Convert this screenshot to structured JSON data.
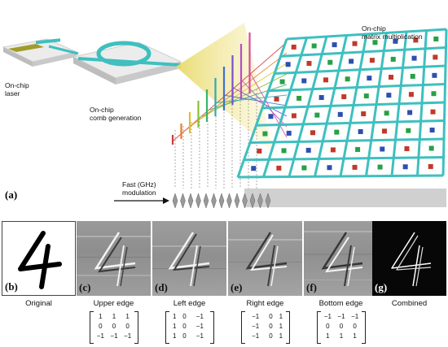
{
  "labels": {
    "laser": [
      "On-chip",
      "laser"
    ],
    "comb": [
      "On-chip",
      "comb generation"
    ],
    "matrix": [
      "On-chip",
      "matrix multiplication"
    ],
    "modulation": [
      "Fast (GHz)",
      "modulation"
    ]
  },
  "panel_a_tag": "(a)",
  "panels": [
    {
      "tag": "(b)",
      "caption": "Original"
    },
    {
      "tag": "(c)",
      "caption": "Upper edge",
      "kernel": [
        [
          "1",
          "1",
          "1"
        ],
        [
          "0",
          "0",
          "0"
        ],
        [
          "−1",
          "−1",
          "−1"
        ]
      ]
    },
    {
      "tag": "(d)",
      "caption": "Left edge",
      "kernel": [
        [
          "1",
          "0",
          "−1"
        ],
        [
          "1",
          "0",
          "−1"
        ],
        [
          "1",
          "0",
          "−1"
        ]
      ]
    },
    {
      "tag": "(e)",
      "caption": "Right edge",
      "kernel": [
        [
          "−1",
          "0",
          "1"
        ],
        [
          "−1",
          "0",
          "1"
        ],
        [
          "−1",
          "0",
          "1"
        ]
      ]
    },
    {
      "tag": "(f)",
      "caption": "Bottom edge",
      "kernel": [
        [
          "−1",
          "−1",
          "−1"
        ],
        [
          "0",
          "0",
          "0"
        ],
        [
          "1",
          "1",
          "1"
        ]
      ]
    },
    {
      "tag": "(g)",
      "caption": "Combined"
    }
  ],
  "colors": {
    "waveguide": "#3fbfbf",
    "chip": "#e9e9e9",
    "laser_die": "#a09c2a",
    "beam": "#f3e98a",
    "comb_lines": [
      "#d33a3a",
      "#e67f2a",
      "#d8c32c",
      "#86c13a",
      "#39b36a",
      "#2fa9b4",
      "#3f6fd1",
      "#7a4fcf",
      "#b54bc9",
      "#d84a9a"
    ],
    "markers": [
      "#c0392b",
      "#2e4fb0",
      "#27a046"
    ]
  },
  "digit_glyph": "4"
}
